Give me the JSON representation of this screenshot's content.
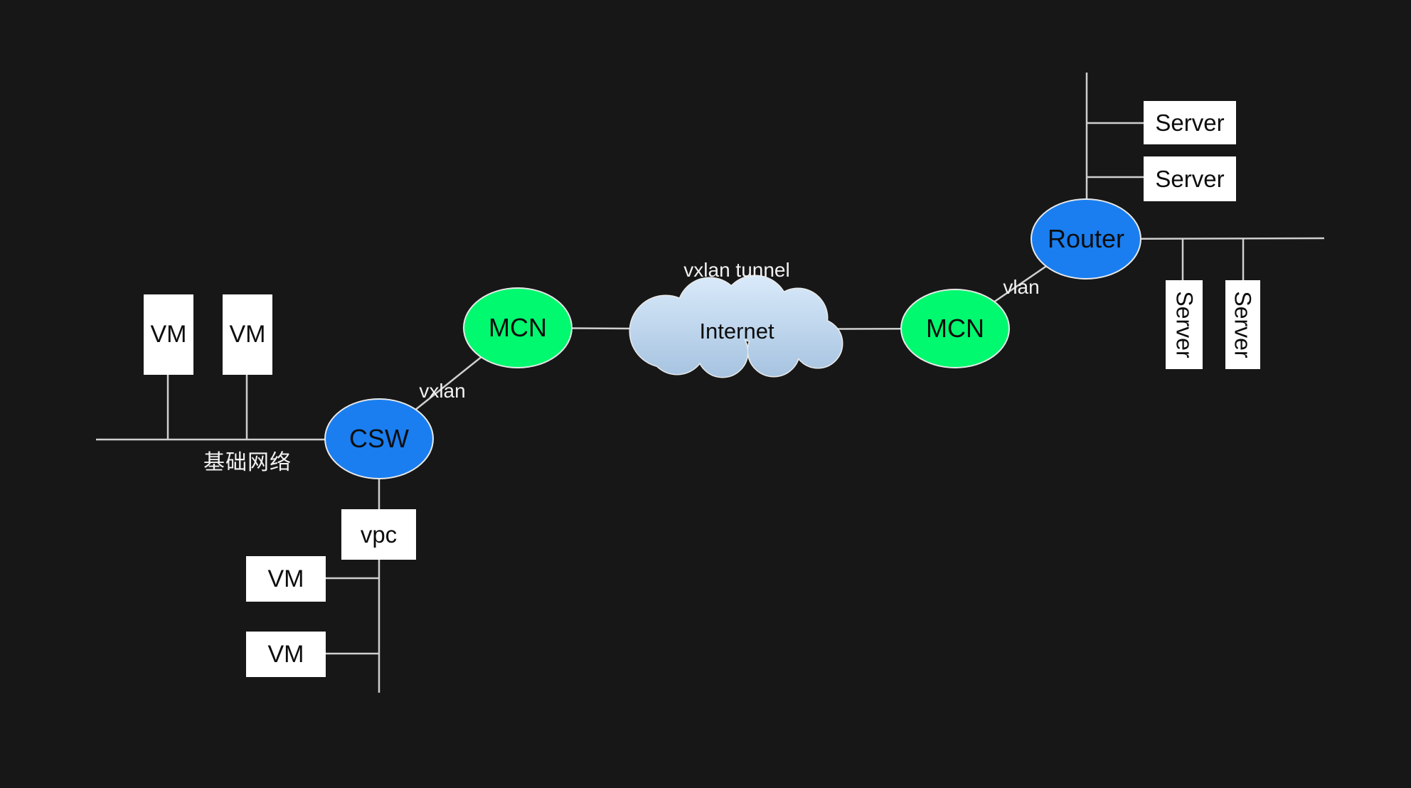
{
  "colors": {
    "background": "#171717",
    "line": "#cfcfcf",
    "node_blue": "#1a7ef0",
    "node_green": "#00f96e",
    "box_white": "#ffffff",
    "cloud_top": "#d9eafa",
    "cloud_bottom": "#a6c3e0",
    "text_dark": "#0d0d0d",
    "text_light": "#f2f2f2",
    "stroke_light": "#e9e9e9"
  },
  "nodes": {
    "vm_top_left_1": {
      "label": "VM"
    },
    "vm_top_left_2": {
      "label": "VM"
    },
    "csw": {
      "label": "CSW"
    },
    "vpc": {
      "label": "vpc"
    },
    "vm_bottom_1": {
      "label": "VM"
    },
    "vm_bottom_2": {
      "label": "VM"
    },
    "mcn_left": {
      "label": "MCN"
    },
    "internet_cloud": {
      "label": "Internet"
    },
    "mcn_right": {
      "label": "MCN"
    },
    "router": {
      "label": "Router"
    },
    "server_top_1": {
      "label": "Server"
    },
    "server_top_2": {
      "label": "Server"
    },
    "server_right_1": {
      "label": "Server"
    },
    "server_right_2": {
      "label": "Server"
    }
  },
  "edge_labels": {
    "vxlan_left": "vxlan",
    "vxlan_tunnel": "vxlan tunnel",
    "vlan_right": "vlan",
    "base_network": "基础网络"
  }
}
